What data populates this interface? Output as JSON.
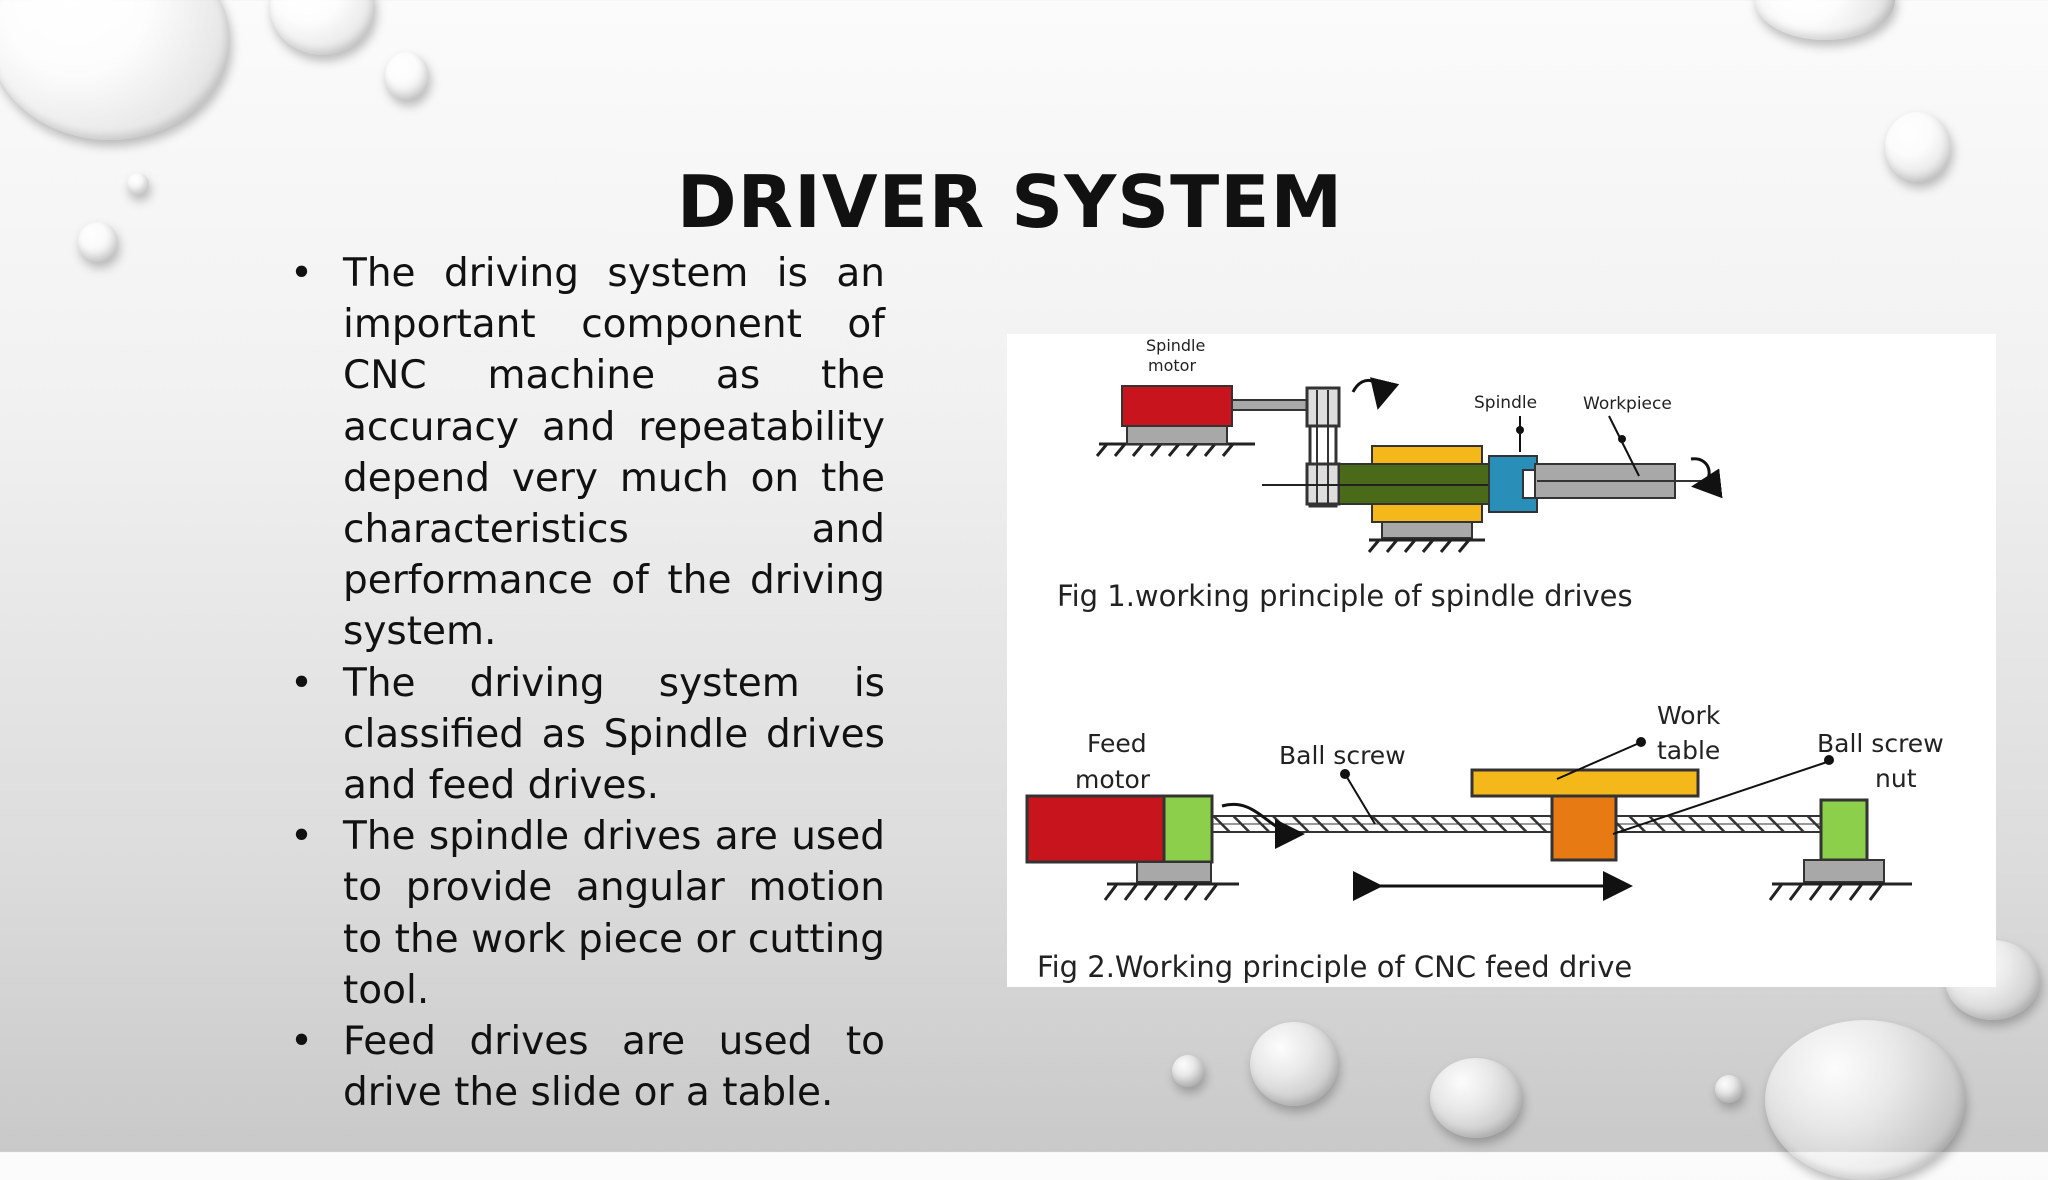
{
  "slide": {
    "title": "DRIVER SYSTEM",
    "bullets": [
      "The driving system is an important component of CNC machine as the accuracy and repeatability depend very much on the characteristics and performance of the driving system.",
      "The driving system is classified as Spindle drives and feed drives.",
      "The spindle drives are used to provide angular motion to the work piece or cutting tool.",
      "Feed drives are used to drive the slide or a table."
    ]
  },
  "figure": {
    "fig1": {
      "caption": "Fig 1.working principle of spindle drives",
      "label_spindle_motor_1": "Spindle",
      "label_spindle_motor_2": "motor",
      "label_spindle": "Spindle",
      "label_workpiece": "Workpiece"
    },
    "fig2": {
      "caption": "Fig 2.Working principle of CNC feed drive",
      "label_feed_motor_1": "Feed",
      "label_feed_motor_2": "motor",
      "label_ball_screw": "Ball screw",
      "label_work_table_1": "Work",
      "label_work_table_2": "table",
      "label_ball_screw_nut_1": "Ball screw",
      "label_ball_screw_nut_2": "nut"
    },
    "colors": {
      "red": "#c8141c",
      "yellow": "#f5b81a",
      "blue": "#2a8fb8",
      "green": "#8ccf4a",
      "orange": "#e87a14",
      "grey": "#a8a8a8",
      "shaft": "#4a6a1a"
    }
  }
}
